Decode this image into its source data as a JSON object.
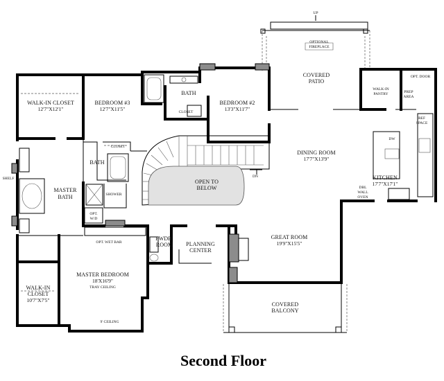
{
  "title": "Second Floor",
  "rooms": {
    "walk_in_closet_1": {
      "name": "WALK-IN CLOSET",
      "dim": "12'7\"X12'1\""
    },
    "bedroom_3": {
      "name": "BEDROOM #3",
      "dim": "12'7\"X11'5\""
    },
    "bath_upper": {
      "name": "BATH"
    },
    "closet_upper": {
      "name": "CLOSET"
    },
    "bedroom_2": {
      "name": "BEDROOM #2",
      "dim": "13'3\"X11'7\""
    },
    "closet_bed3": {
      "name": "CLOSET"
    },
    "bath_lower": {
      "name": "BATH"
    },
    "covered_patio": {
      "name": "COVERED",
      "name2": "PATIO"
    },
    "optional_fireplace": {
      "line1": "OPTIONAL",
      "line2": "FIREPLACE"
    },
    "walk_in_pantry": {
      "line1": "WALK-IN",
      "line2": "PANTRY"
    },
    "prep_area": {
      "line1": "PREP",
      "line2": "AREA"
    },
    "opt_door": "OPT. DOOR",
    "ref_space": {
      "line1": "REF",
      "line2": "SPACE"
    },
    "dw": "DW",
    "dining_room": {
      "name": "DINING ROOM",
      "dim": "17'7\"X13'9\""
    },
    "kitchen": {
      "name": "KITCHEN",
      "dim": "17'7\"X17'1\""
    },
    "dbl_wall_oven": {
      "line1": "DBL",
      "line2": "WALL",
      "line3": "OVEN"
    },
    "shelf": "SHELF",
    "master_bath": {
      "line1": "MASTER",
      "line2": "BATH"
    },
    "shower": "SHOWER",
    "opt_wd": {
      "line1": "OPT.",
      "line2": "W/D"
    },
    "open_to_below": {
      "line1": "OPEN TO",
      "line2": "BELOW"
    },
    "dn": "DN",
    "up": "UP",
    "opt_wet_bar": "OPT. WET BAR",
    "pwdr_room": {
      "line1": "PWDR.",
      "line2": "ROOM"
    },
    "planning_center": {
      "line1": "PLANNING",
      "line2": "CENTER"
    },
    "great_room": {
      "name": "GREAT ROOM",
      "dim": "19'9\"X15'5\""
    },
    "walk_in_closet_2": {
      "line1": "WALK-IN",
      "line2": "CLOSET",
      "dim": "10'7\"X7'5\""
    },
    "master_bedroom": {
      "name": "MASTER BEDROOM",
      "dim": "18'X16'9\"",
      "note": "TRAY CEILING"
    },
    "ceiling_note": "9' CEILING",
    "covered_balcony": {
      "line1": "COVERED",
      "line2": "BALCONY"
    }
  }
}
